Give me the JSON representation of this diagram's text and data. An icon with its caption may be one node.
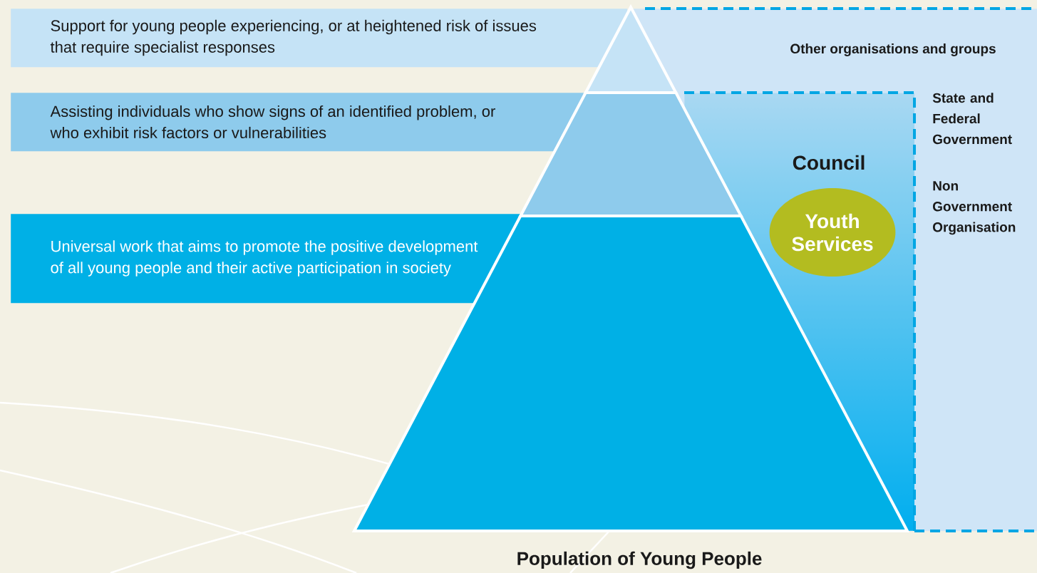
{
  "diagram": {
    "nodes": [
      {
        "text": [
          "Other organisations and groups",
          "State and Federal Government",
          "Non Government Organisation"
        ]
      },
      {
        "text": [
          "Council"
        ],
        "in": 0
      },
      {
        "text": [
          "Youth Services"
        ],
        "in": 1
      },
      {
        "text": [
          "Support for young people experiencing, or at heightened risk of issues that require specialist responses"
        ]
      },
      {
        "text": [
          "Assisting individuals who show signs of an identified problem, or who exhibit risk factors or vulnerabilities"
        ]
      },
      {
        "text": [
          "Universal work that aims to promote the positive development of all young people and their active participation in society"
        ]
      },
      {
        "text": [],
        "shape": "triangle"
      },
      {
        "text": [],
        "shape": "band"
      },
      {
        "text": [],
        "shape": "band"
      }
    ],
    "labels": [
      "Population of Young People"
    ]
  }
}
